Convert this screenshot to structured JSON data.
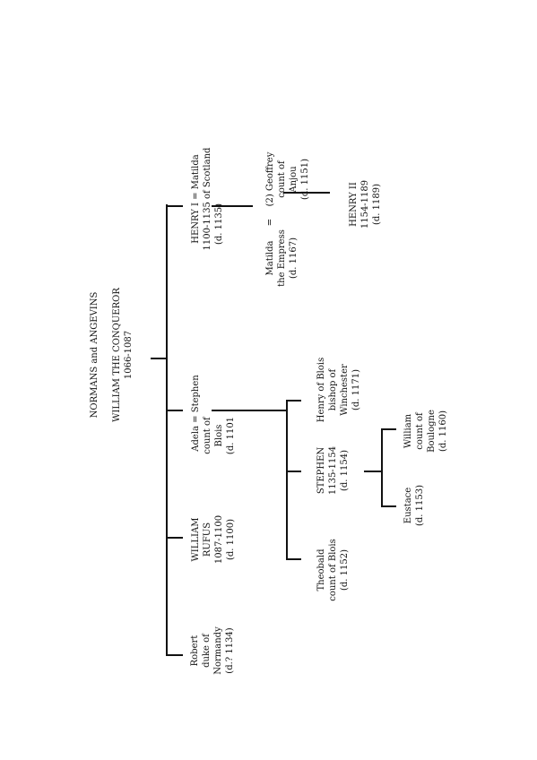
{
  "title": {
    "heading": "NORMANS and ANGEVINS",
    "line1": "WILLIAM THE CONQUEROR",
    "line2": "1066-1087"
  },
  "people": {
    "robert": [
      "Robert",
      "duke of",
      "Normandy",
      "(d.? 1134)"
    ],
    "william_rufus": [
      "WILLIAM",
      "RUFUS",
      "1087-1100",
      "(d. 1100)"
    ],
    "adela": [
      "Adela = Stephen",
      "count of",
      "Blois",
      "(d. 1101"
    ],
    "henry_i": [
      "HENRY I = Matilda",
      "1100-1135    of Scotland",
      "(d. 1135)"
    ],
    "matilda": [
      "Matilda",
      "the Empress",
      "(d. 1167)"
    ],
    "marriage_sign": "=",
    "geoffrey": [
      "(2) Geoffrey",
      "count of",
      "Anjou",
      "(d. 1151)"
    ],
    "henry_ii": [
      "HENRY II",
      "1154-1189",
      "(d. 1189)"
    ],
    "theobald": [
      "Theobald",
      "count of Blois",
      "(d. 1152)"
    ],
    "stephen": [
      "STEPHEN",
      "1135-1154",
      "(d. 1154)"
    ],
    "henry_blois": [
      "Henry of Blois",
      "bishop of",
      "Winchester",
      "(d. 1171)"
    ],
    "eustace": [
      "Eustace",
      "(d. 1153)"
    ],
    "william_boulogne": [
      "William",
      "count of",
      "Boulogne",
      "(d. 1160)"
    ]
  },
  "colors": {
    "ink": "#111111",
    "background": "#ffffff"
  }
}
